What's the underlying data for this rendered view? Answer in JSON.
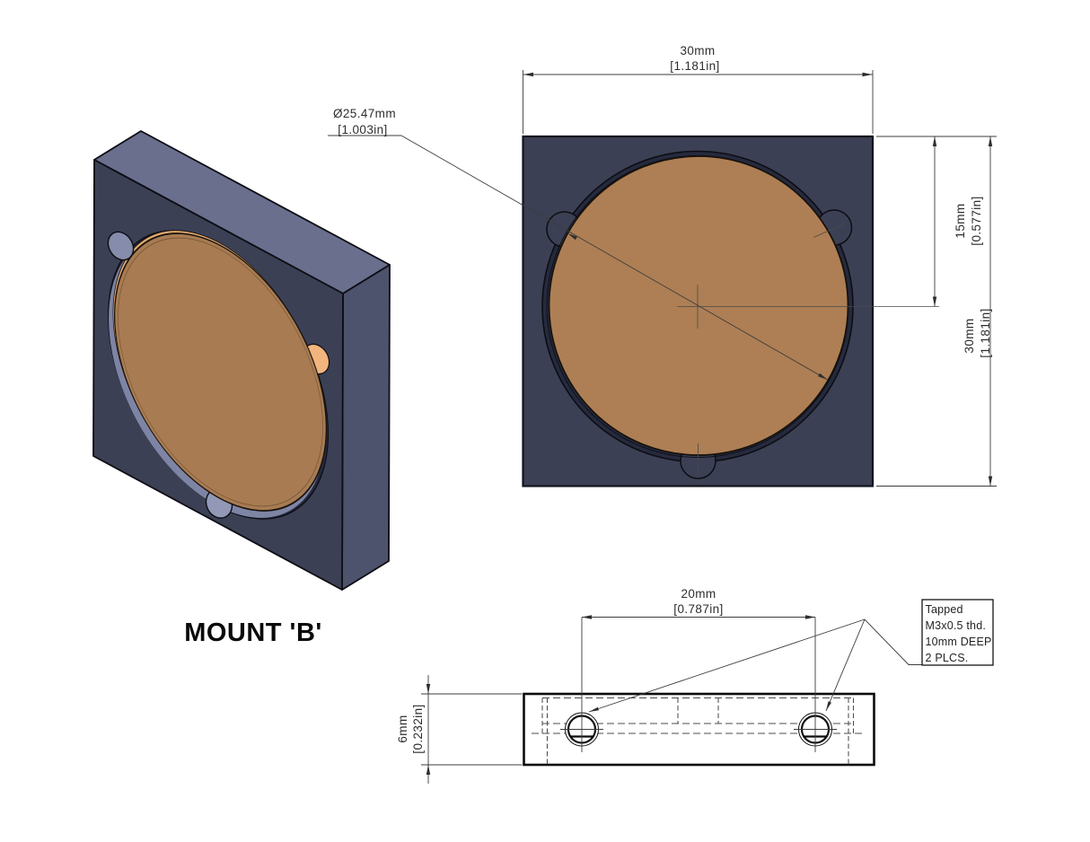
{
  "title": "MOUNT 'B'",
  "colors": {
    "bg": "#ffffff",
    "face_front": "#3c4054",
    "face_top": "#6a6f8e",
    "face_side": "#4d526d",
    "recess": "#262a3e",
    "recess_wall": "#7e84a4",
    "disc_front": "#ae7f55",
    "disc_iso": "#a87b52",
    "disc_peach": "#f2b57d",
    "disc_sliver": "#e3aa70",
    "bump_light": "#868cab",
    "bump_bottom": "#9298b6"
  },
  "front_view": {
    "dim_width_mm": "30mm",
    "dim_width_in": "[1.181in]",
    "dim_height_mm": "30mm",
    "dim_height_in": "[1.181in]",
    "dim_center_mm": "15mm",
    "dim_center_in": "[0.577in]",
    "dim_dia_mm": "Ø25.47mm",
    "dim_dia_in": "[1.003in]"
  },
  "bottom_view": {
    "dim_spacing_mm": "20mm",
    "dim_spacing_in": "[0.787in]",
    "dim_thick_mm": "6mm",
    "dim_thick_in": "[0.232in]",
    "note_line1": "Tapped",
    "note_line2": "M3x0.5 thd.",
    "note_line3": "10mm DEEP",
    "note_line4": "2 PLCS."
  }
}
